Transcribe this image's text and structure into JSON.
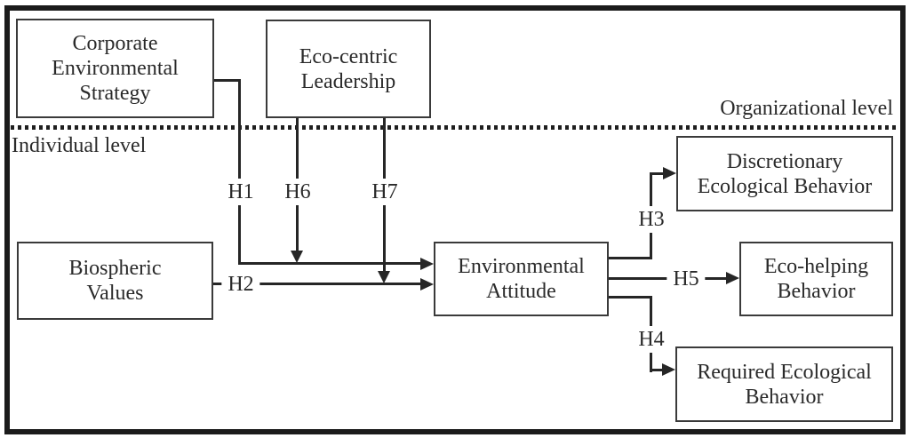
{
  "levels": {
    "organizational": "Organizational level",
    "individual": "Individual level"
  },
  "nodes": {
    "corporate_environmental_strategy": "Corporate Environmental Strategy",
    "eco_centric_leadership": "Eco-centric Leadership",
    "biospheric_values": "Biospheric Values",
    "environmental_attitude": "Environmental Attitude",
    "discretionary_ecological_behavior": "Discretionary Ecological Behavior",
    "eco_helping_behavior": "Eco-helping Behavior",
    "required_ecological_behavior": "Required Ecological Behavior"
  },
  "hypotheses": {
    "h1": "H1",
    "h2": "H2",
    "h3": "H3",
    "h4": "H4",
    "h5": "H5",
    "h6": "H6",
    "h7": "H7"
  },
  "edges": [
    {
      "label": "H1",
      "from": "corporate_environmental_strategy",
      "to": "environmental_attitude"
    },
    {
      "label": "H2",
      "from": "biospheric_values",
      "to": "environmental_attitude"
    },
    {
      "label": "H3",
      "from": "environmental_attitude",
      "to": "discretionary_ecological_behavior"
    },
    {
      "label": "H4",
      "from": "environmental_attitude",
      "to": "required_ecological_behavior"
    },
    {
      "label": "H5",
      "from": "environmental_attitude",
      "to": "eco_helping_behavior"
    },
    {
      "label": "H6",
      "from": "eco_centric_leadership",
      "to": "h1_path"
    },
    {
      "label": "H7",
      "from": "eco_centric_leadership",
      "to": "h2_path"
    }
  ],
  "colors": {
    "frame": "#1b1b1b",
    "line": "#262626",
    "box_border": "#3a3a3a",
    "text": "#2a2a2a",
    "background": "#ffffff"
  }
}
